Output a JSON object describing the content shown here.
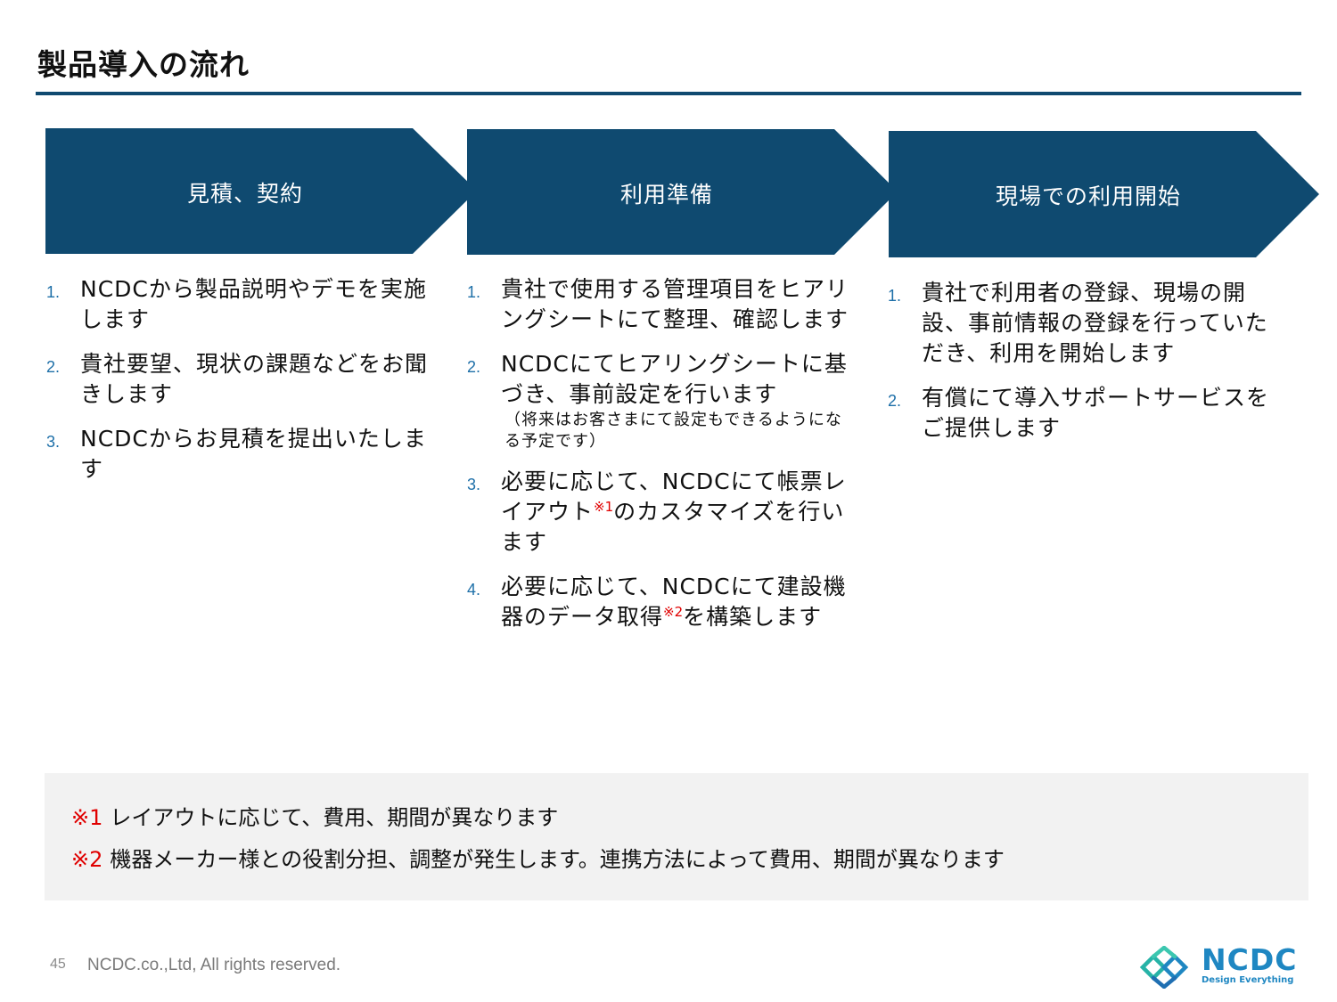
{
  "page": {
    "title": "製品導入の流れ"
  },
  "colors": {
    "primary": "#0f4a70",
    "accent_red": "#e00000",
    "number_blue": "#1d6fa8",
    "logo_blue": "#1f87c2",
    "notes_bg": "#f2f2f2"
  },
  "steps": [
    {
      "label": "見積、契約",
      "items": [
        {
          "num": "1.",
          "text": "NCDCから製品説明やデモを実施します"
        },
        {
          "num": "2.",
          "text": "貴社要望、現状の課題などをお聞きします"
        },
        {
          "num": "3.",
          "text": "NCDCからお見積を提出いたします"
        }
      ]
    },
    {
      "label": "利用準備",
      "items": [
        {
          "num": "1.",
          "text": "貴社で使用する管理項目をヒアリングシートにて整理、確認します"
        },
        {
          "num": "2.",
          "text": "NCDCにてヒアリングシートに基づき、事前設定を行います",
          "sub": "（将来はお客さまにて設定もできるようになる予定です）"
        },
        {
          "num": "3.",
          "text_a": "必要に応じて、NCDCにて帳票レイアウト",
          "mark": "※1",
          "text_b": "のカスタマイズを行います"
        },
        {
          "num": "4.",
          "text_a": "必要に応じて、NCDCにて建設機器のデータ取得",
          "mark": "※2",
          "text_b": "を構築します"
        }
      ]
    },
    {
      "label": "現場での利用開始",
      "items": [
        {
          "num": "1.",
          "text": "貴社で利用者の登録、現場の開設、事前情報の登録を行っていただき、利用を開始します"
        },
        {
          "num": "2.",
          "text": "有償にて導入サポートサービスをご提供します"
        }
      ]
    }
  ],
  "notes": [
    {
      "mark": "※1",
      "text": "レイアウトに応じて、費用、期間が異なります"
    },
    {
      "mark": "※2",
      "text": "機器メーカー様との役割分担、調整が発生します。連携方法によって費用、期間が異なります"
    }
  ],
  "footer": {
    "page_number": "45",
    "copyright": "NCDC.co.,Ltd, All rights reserved."
  },
  "logo": {
    "name": "NCDC",
    "tagline": "Design Everything",
    "icon": "ncdc-logo-icon"
  }
}
